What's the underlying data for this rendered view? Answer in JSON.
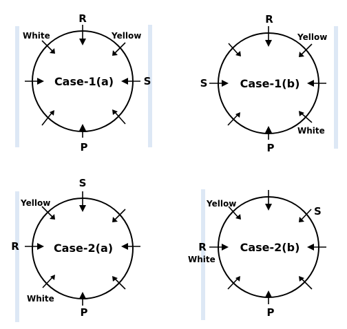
{
  "colors": {
    "stroke": "#000000",
    "wall": "#dde8f5",
    "background": "#ffffff"
  },
  "diagrams": [
    {
      "title": "Case-1(a)",
      "labels": {
        "top": "R",
        "bottom": "P",
        "right": "S",
        "left": "",
        "top_left": "White",
        "top_right": "Yellow",
        "bottom_left": "",
        "bottom_right": ""
      }
    },
    {
      "title": "Case-1(b)",
      "labels": {
        "top": "R",
        "bottom": "P",
        "right": "",
        "left": "S",
        "top_left": "",
        "top_right": "Yellow",
        "bottom_left": "",
        "bottom_right": "White"
      }
    },
    {
      "title": "Case-2(a)",
      "labels": {
        "top": "S",
        "bottom": "P",
        "right": "",
        "left": "R",
        "top_left": "Yellow",
        "top_right": "",
        "bottom_left": "White",
        "bottom_right": ""
      }
    },
    {
      "title": "Case-2(b)",
      "labels": {
        "top": "",
        "bottom": "P",
        "right": "",
        "left": "R",
        "left_sub": "White",
        "top_left": "Yellow",
        "top_right": "S",
        "bottom_left": "",
        "bottom_right": ""
      }
    }
  ]
}
